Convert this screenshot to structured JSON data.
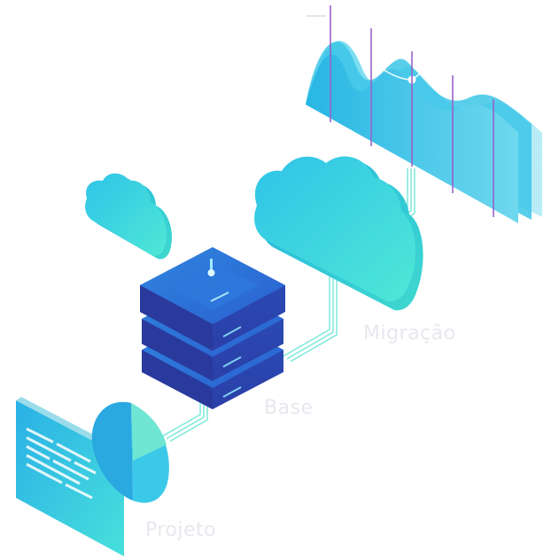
{
  "labels": {
    "migracao": "Migração",
    "base": "Base",
    "projeto": "Projeto"
  },
  "colors": {
    "cyan": "#2fc3e8",
    "aqua": "#4ee8d6",
    "blue": "#2a74d8",
    "navy": "#2b3fa8",
    "purple": "#8a5cc8",
    "label": "#e6e8ee"
  },
  "icons": {
    "server": "server-stack-icon",
    "cloud_large": "cloud-icon",
    "cloud_small": "cloud-icon",
    "chart": "area-chart-panel-icon",
    "document": "document-panel-icon",
    "pie": "pie-chart-icon"
  }
}
